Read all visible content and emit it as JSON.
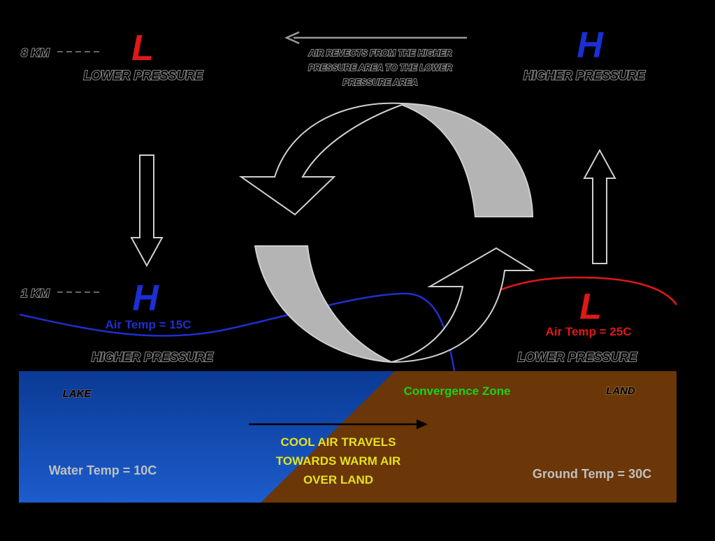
{
  "altitudes": {
    "upper": "8 KM",
    "lower": "1 KM"
  },
  "upper_left": {
    "letter": "L",
    "label": "LOWER PRESSURE"
  },
  "upper_right": {
    "letter": "H",
    "label": "HIGHER PRESSURE"
  },
  "lower_left": {
    "letter": "H",
    "air_temp": "Air Temp = 15C",
    "label": "HIGHER PRESSURE"
  },
  "lower_right": {
    "letter": "L",
    "air_temp": "Air Temp = 25C",
    "label": "LOWER PRESSURE"
  },
  "aloft_note": {
    "lines": [
      "AIR REVECTS FROM THE HIGHER",
      "PRESSURE AREA TO THE LOWER",
      "PRESSURE AREA"
    ]
  },
  "surface": {
    "lake_label": "LAKE",
    "land_label": "LAND",
    "convergence": "Convergence Zone",
    "water_temp": "Water Temp = 10C",
    "ground_temp": "Ground Temp = 30C",
    "flow_note": [
      "COOL AIR TRAVELS",
      "TOWARDS WARM AIR",
      "OVER LAND"
    ]
  },
  "colors": {
    "background": "#000000",
    "high_blue": "#1a2fd6",
    "low_red": "#e01818",
    "lake": "#0a3fa0",
    "land": "#6b3608",
    "convergence_text": "#19d319",
    "flow_text": "#e3e31a",
    "temp_text": "#c8c8c8",
    "loop_arrow_fill": "#b4b4b4"
  }
}
